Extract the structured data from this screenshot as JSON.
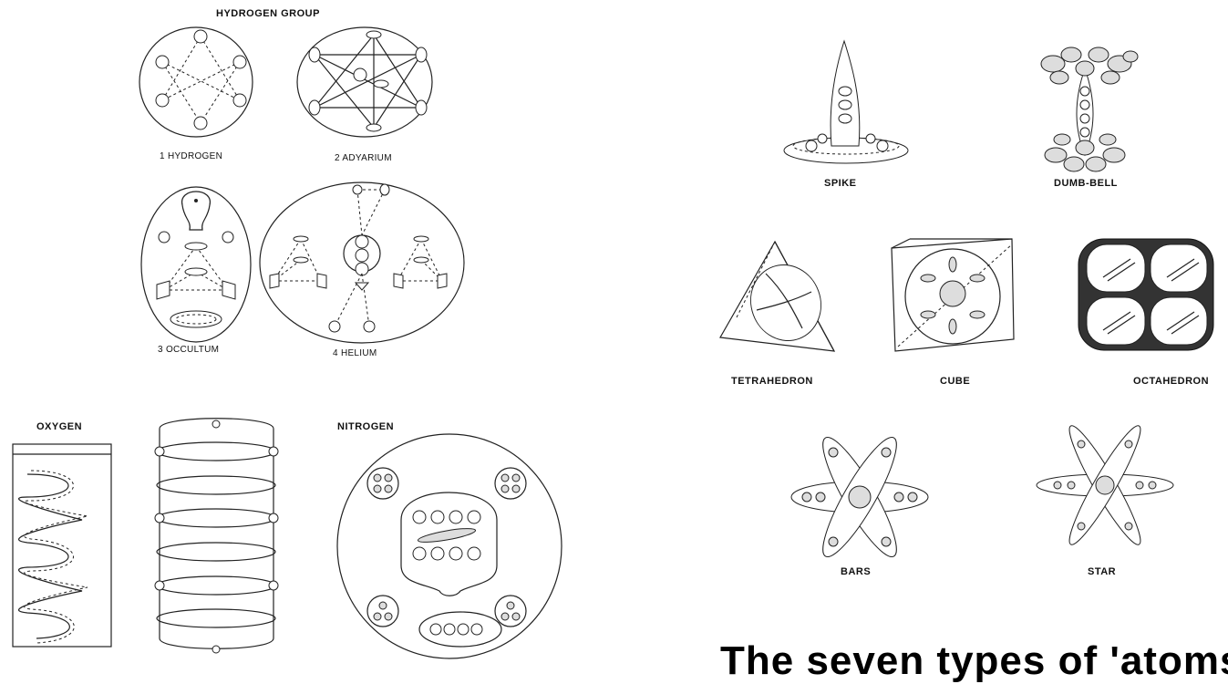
{
  "labels": {
    "hydrogen_group": "HYDROGEN GROUP",
    "hydrogen": "1 HYDROGEN",
    "adyarium": "2 ADYARIUM",
    "occultum": "3 OCCULTUM",
    "helium": "4 HELIUM",
    "oxygen": "OXYGEN",
    "nitrogen": "NITROGEN",
    "spike": "SPIKE",
    "dumbbell": "DUMB-BELL",
    "tetrahedron": "TETRAHEDRON",
    "cube": "CUBE",
    "octahedron": "OCTAHEDRON",
    "bars": "BARS",
    "star": "STAR",
    "bottom_title": "The seven types of 'atoms"
  }
}
